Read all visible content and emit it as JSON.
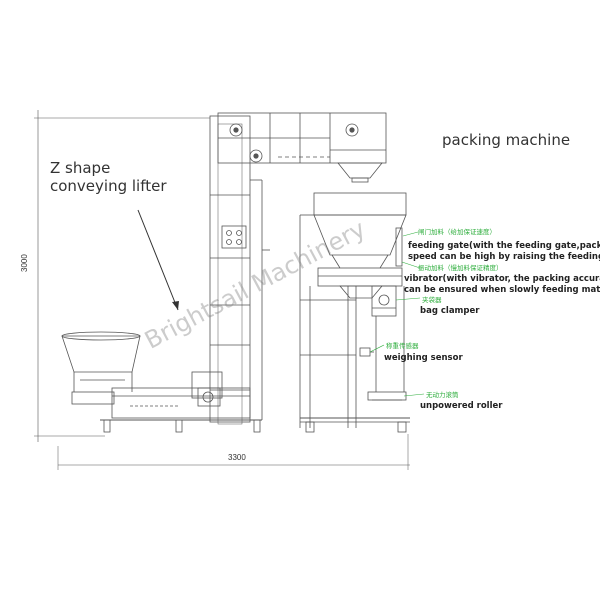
{
  "labels": {
    "lifter_line1": "Z shape",
    "lifter_line2": "conveying lifter",
    "packing_machine": "packing machine",
    "feeding_gate_cn": "闸门加料（给加保证速度）",
    "feeding_gate_line1": "feeding gate(with the feeding gate,packing",
    "feeding_gate_line2": "speed can be high by raising the feeding speed)",
    "vibrator_cn": "振动加料（慢加料保证精度）",
    "vibrator_line1": "vibrator(with vibrator, the packing accuracy",
    "vibrator_line2": "can be ensured when slowly feeding materials)",
    "bag_clamper_cn": "夹袋器",
    "bag_clamper": "bag clamper",
    "weighing_sensor_cn": "称重传感器",
    "weighing_sensor": "weighing sensor",
    "roller_cn": "无动力滚筒",
    "roller": "unpowered roller"
  },
  "dimensions": {
    "height": "3000",
    "width": "3300"
  },
  "watermark": "Brightsail Machinery",
  "colors": {
    "line": "#555555",
    "annotation_green": "#2fae3e",
    "text": "#222222",
    "watermark": "#888888"
  }
}
